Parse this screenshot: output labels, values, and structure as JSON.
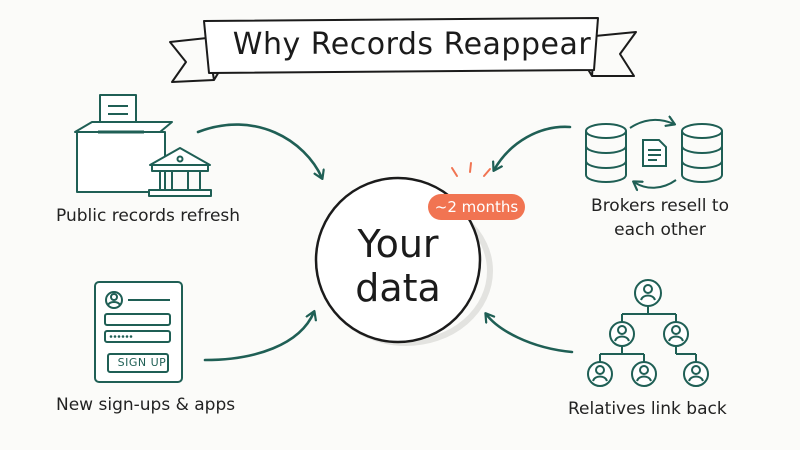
{
  "title": "Why Records Reappear",
  "center": {
    "line1": "Your",
    "line2": "data",
    "badge": "~2 months"
  },
  "sources": {
    "public_records": {
      "label": "Public records refresh",
      "icon": "ballot-box-and-courthouse-icon"
    },
    "brokers": {
      "label_line1": "Brokers resell to",
      "label_line2": "each other",
      "icon": "databases-exchange-icon"
    },
    "signups": {
      "label": "New sign-ups & apps",
      "icon": "signup-form-icon",
      "button_text": "SIGN UP",
      "password_mask": "••••••"
    },
    "relatives": {
      "label": "Relatives link back",
      "icon": "family-tree-icon"
    }
  },
  "colors": {
    "ink": "#1f5f55",
    "accent": "#f17452",
    "background": "#fbfbf9"
  }
}
